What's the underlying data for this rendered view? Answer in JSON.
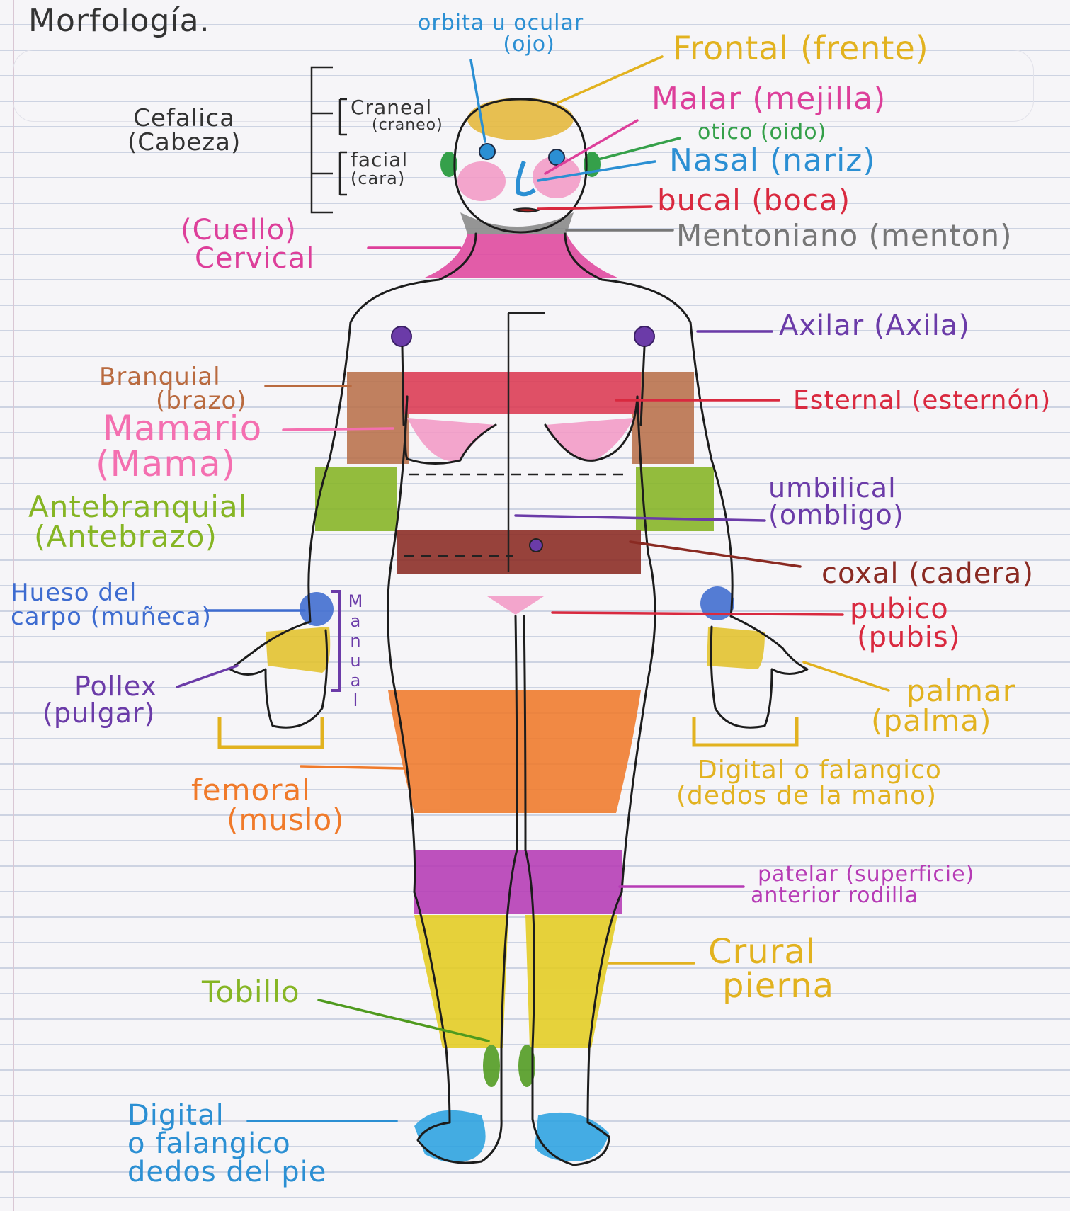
{
  "title": "Morfología.",
  "labels": {
    "orbita": {
      "line1": "orbita u ocular",
      "line2": "(ojo)"
    },
    "frontal": "Frontal (frente)",
    "malar": "Malar (mejilla)",
    "otico": "otico (oido)",
    "nasal": "Nasal (nariz)",
    "bucal": "bucal (boca)",
    "mentoniano": "Mentoniano (menton)",
    "cefalica": {
      "line1": "Cefalica",
      "line2": "(Cabeza)"
    },
    "craneal": {
      "line1": "Craneal",
      "line2": "(craneo)"
    },
    "facial": {
      "line1": "facial",
      "line2": "(cara)"
    },
    "cervical": {
      "line1": "(Cuello)",
      "line2": "Cervical"
    },
    "axilar": "Axilar (Axila)",
    "braquial": {
      "line1": "Branquial",
      "line2": "(brazo)"
    },
    "mamario": {
      "line1": "Mamario",
      "line2": "(Mama)"
    },
    "esternal": "Esternal (esternón)",
    "umbilical": {
      "line1": "umbilical",
      "line2": "(ombligo)"
    },
    "antebraquial": {
      "line1": "Antebranquial",
      "line2": "(Antebrazo)"
    },
    "coxal": "coxal (cadera)",
    "carpo": {
      "line1": "Hueso del",
      "line2": "carpo (muñeca)"
    },
    "manual": "Manual",
    "pubico": {
      "line1": "pubico",
      "line2": "(pubis)"
    },
    "pollex": {
      "line1": "Pollex",
      "line2": "(pulgar)"
    },
    "palmar": {
      "line1": "palmar",
      "line2": "(palma)"
    },
    "digital_mano": {
      "line1": "Digital o falangico",
      "line2": "(dedos de la mano)"
    },
    "femoral": {
      "line1": "femoral",
      "line2": "(muslo)"
    },
    "patelar": {
      "line1": "patelar (superficie)",
      "line2": "anterior rodilla"
    },
    "crural": {
      "line1": "Crural",
      "line2": "pierna"
    },
    "tobillo": "Tobillo",
    "digital_pie": {
      "line1": "Digital",
      "line2": "o falangico",
      "line3": "dedos del pie"
    }
  },
  "colors": {
    "pink": "#dd3f9a",
    "yellow": "#e2b21f",
    "blue": "#2b8fd3",
    "green": "#35a04a",
    "red": "#d9293f",
    "gray": "#777777",
    "purple": "#6b3ba8",
    "brown": "#b96a3f",
    "lightpink": "#f46fb0",
    "lime": "#86b524",
    "orange": "#f07a2a",
    "magenta": "#b63bb5",
    "darkred": "#8a2a22",
    "olive": "#4f9a1e",
    "black": "#222222",
    "graybrown": "#8a5a44"
  }
}
